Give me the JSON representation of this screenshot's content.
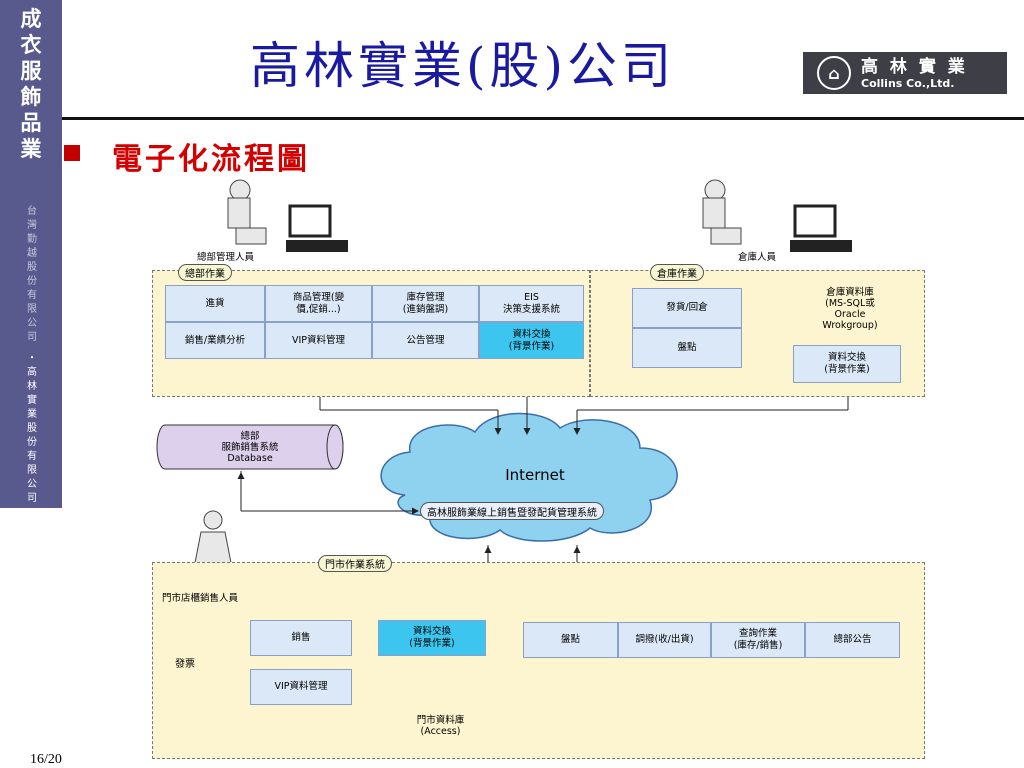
{
  "sidebar": {
    "chars": [
      "成",
      "衣",
      "服",
      "飾",
      "品",
      "業"
    ],
    "sub_chars": [
      "台",
      "灣",
      "勤",
      "越",
      "股",
      "份",
      "有",
      "限",
      "公",
      "司"
    ],
    "sub_chars2": [
      "・",
      "高",
      "林",
      "實",
      "業",
      "股",
      "份",
      "有",
      "限",
      "公",
      "司"
    ]
  },
  "header": {
    "title": "高林實業(股)公司",
    "logo_cn": "高 林 實 業",
    "logo_en": "Collins Co.,Ltd.",
    "subtitle": "電子化流程圖"
  },
  "diagram": {
    "hq_staff": "總部管理人員",
    "warehouse_staff": "倉庫人員",
    "hq_section": "總部作業",
    "warehouse_section": "倉庫作業",
    "store_section": "門市作業系統",
    "hq_cells": {
      "purchase": "進貨",
      "product_mgmt_1": "商品管理(變",
      "product_mgmt_2": "價,促銷...)",
      "inventory_1": "庫存管理",
      "inventory_2": "(進銷盤調)",
      "eis_1": "EIS",
      "eis_2": "決策支援系統",
      "sales_analysis": "銷售/業績分析",
      "vip_mgmt": "VIP資料管理",
      "announce": "公告管理",
      "exchange_1": "資料交換",
      "exchange_2": "(背景作業)"
    },
    "wh_cells": {
      "ship": "發貨/回倉",
      "count": "盤點",
      "db_1": "倉庫資料庫",
      "db_2": "(MS-SQL或",
      "db_3": "Oracle",
      "db_4": "Wrokgroup)",
      "exchange_1": "資料交換",
      "exchange_2": "(背景作業)"
    },
    "hq_db": {
      "line1": "總部",
      "line2": "服飾銷售系統",
      "line3": "Database"
    },
    "internet": "Internet",
    "system_bar": "高林服飾業線上銷售暨發配貨管理系統",
    "store_staff": "門市店櫃銷售人員",
    "store_cells": {
      "sales": "銷售",
      "invoice": "發票",
      "vip": "VIP資料管理",
      "exchange_1": "資料交換",
      "exchange_2": "(背景作業)",
      "count": "盤點",
      "transfer": "調撥(收/出貨)",
      "query_1": "查詢作業",
      "query_2": "(庫存/銷售)",
      "hq_notice": "總部公告",
      "db_1": "門市資料庫",
      "db_2": "(Access)"
    }
  },
  "footer": {
    "page": "16/20"
  }
}
